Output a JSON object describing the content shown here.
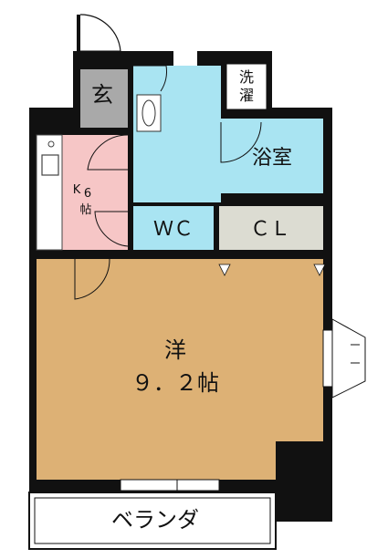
{
  "rooms": {
    "genkan": {
      "label": "玄",
      "color": "#a9a9a9"
    },
    "washroom": {
      "color": "#a9e4f2"
    },
    "laundry": {
      "line1": "洗",
      "line2": "濯"
    },
    "bathroom": {
      "label": "浴室",
      "color": "#a9e4f2"
    },
    "kitchen": {
      "line1": "K",
      "line2": "6",
      "line3": "帖",
      "color": "#f6c6c6"
    },
    "wc": {
      "label": "ＷＣ",
      "color": "#a9e4f2"
    },
    "closet": {
      "label": "ＣＬ",
      "color": "#dcdcd2"
    },
    "western_room": {
      "line1": "洋",
      "line2": "９．２帖",
      "color": "#ddb175"
    },
    "balcony": {
      "label": "ベランダ"
    }
  },
  "colors": {
    "wall": "#111111",
    "background": "#ffffff"
  }
}
